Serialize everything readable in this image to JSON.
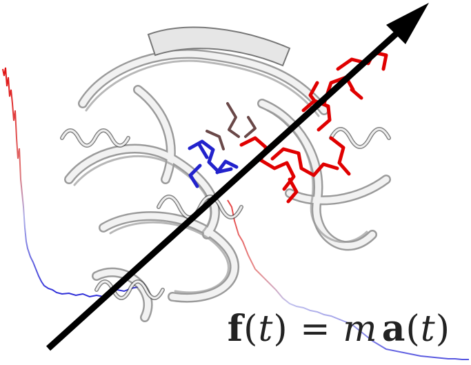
{
  "equation": {
    "f": "f",
    "open1": "(",
    "t1": "t",
    "close1": ")",
    "equals": " = ",
    "m": "m",
    "a": "a",
    "open2": "(",
    "t2": "t",
    "close2": ")"
  },
  "colors": {
    "trace_high": "#e01010",
    "trace_low": "#3a3ad8",
    "ligand_red": "#e00000",
    "ligand_dark": "#6a4848",
    "ligand_blue": "#2222cc",
    "arrow": "#000000",
    "protein": "#d8d8d8"
  }
}
